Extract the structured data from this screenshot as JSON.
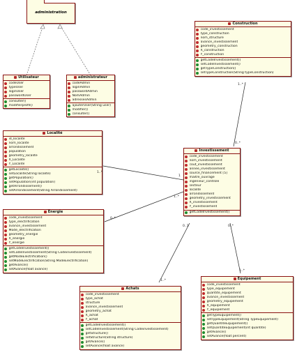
{
  "package": {
    "name": "administration"
  },
  "classes": {
    "utilisateur": {
      "name": "Utilisateur",
      "attributes": [
        "codeUser",
        "typeUser",
        "loginUser",
        "passwordUser"
      ],
      "methods": [
        "consulter()",
        "modifierprofil()"
      ]
    },
    "administrateur": {
      "name": "administrateur",
      "attributes": [
        "codeAdmin",
        "loginAdmin",
        "passwordAdmin",
        "NomAdmin",
        "adressesAdmin"
      ],
      "methods": [
        "ajouterUser(String user)",
        "modifier()",
        "consulter()"
      ]
    },
    "construction": {
      "name": "Construction",
      "attributes": [
        "code_investissement",
        "type_construction",
        "nom_structure",
        "avance_investissement",
        "geometry_construction",
        "X_construction",
        "Y_construction"
      ],
      "methods": [
        "getCodeInvestissement()",
        "setCodeInvestissement()",
        "getTypeConstruction()",
        "setTypeConstruction(String typeConstruction)"
      ]
    },
    "localite": {
      "name": "Localité",
      "attributes": [
        "id_localite",
        "nom_localite",
        "arrondissement",
        "population",
        "geometry_localite",
        "X_Localite",
        "Y_Localite"
      ],
      "methods": [
        "getLocalite()",
        "setLocalite(String localite)",
        "getPopulation()",
        "setPopulation(int population)",
        "getArrondissement()",
        "setArrondissement(String Arrondissement)"
      ]
    },
    "investissement": {
      "name": "Investissement",
      "attributes": [
        "code_investissement",
        "nom_investissement",
        "cout_investissement",
        "annee_investissement",
        "source_financement [5]",
        "maitre_ouvrage",
        "ingenieur_controle",
        "secteur",
        "localite",
        "arrondissement",
        "geometry_investissement",
        "X_investissement",
        "Y_investissement"
      ],
      "methods": [
        "getCodeInvestissement()"
      ]
    },
    "energie": {
      "name": "Energie",
      "attributes": [
        "code_investissement",
        "type_electrification",
        "avance_investissement",
        "Mode_electrification",
        "geometry_energie",
        "X_energie",
        "Y_energie"
      ],
      "methods": [
        "getCodeInvestissement()",
        "setCodeInvestissement(String Codeinvestissement)",
        "getModeElectrification()",
        "setModeElectrification(String ModeElectrification)",
        "getAvance()",
        "setAvance(float avance)"
      ]
    },
    "achats": {
      "name": "Achats",
      "attributes": [
        "code_investissement",
        "type_achat",
        "structure",
        "avance_investissement",
        "geometry_achat",
        "X_achat",
        "Y_achat"
      ],
      "methods": [
        "getCodeInvestissement()",
        "setCodeInvestissement(String Codeinvestissement)",
        "getStructure()",
        "setStructure(String structure)",
        "getAvance()",
        "setAvance(float avance)"
      ]
    },
    "equipement": {
      "name": "Equipement",
      "attributes": [
        "code_investissement",
        "type_equipement",
        "quantite_equipement",
        "avance_investissement",
        "geometry_equipement",
        "X_equipement",
        "Y_equipement"
      ],
      "methods": [
        "getTypeEquipement()",
        "setTypeEquipement(String TypeEquipement)",
        "getQuantiteEquipement()",
        "setQuantiteEquipement(int quantite)",
        "getAvance()",
        "setAvance(float percent)"
      ]
    }
  },
  "multiplicities": {
    "construction_top": "1..*",
    "construction_bottom": "0..*",
    "localite_right": "1..*",
    "investissement_left": "1",
    "energie_right": "0..*",
    "investissement_left_energie": "1..*",
    "investissement_bottom_left": "0..1",
    "investissement_bottom_right": "0..*",
    "achats_top": "1..*",
    "equipement_top": "1..*"
  }
}
